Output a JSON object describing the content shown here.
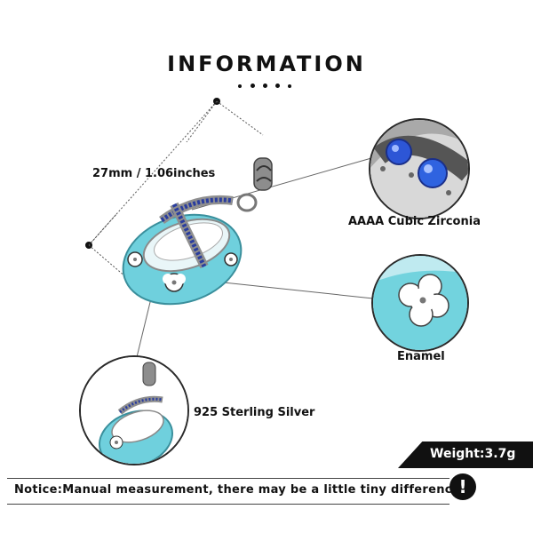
{
  "title": "INFORMATION",
  "dimension": "27mm / 1.06inches",
  "features": {
    "stones": "AAAA Cubic Zirconia",
    "enamel": "Enamel",
    "material": "925 Sterling Silver"
  },
  "weight": "Weight:3.7g",
  "notice": "Notice:Manual measurement, there may be a little tiny difference.",
  "notice_icon": "!",
  "colors": {
    "enamel_blue": "#6fd0dd",
    "stone_blue": "#1f3fbf",
    "silver": "#9a9a9a",
    "dark": "#111111"
  },
  "icons": [
    "exclamation-icon"
  ]
}
